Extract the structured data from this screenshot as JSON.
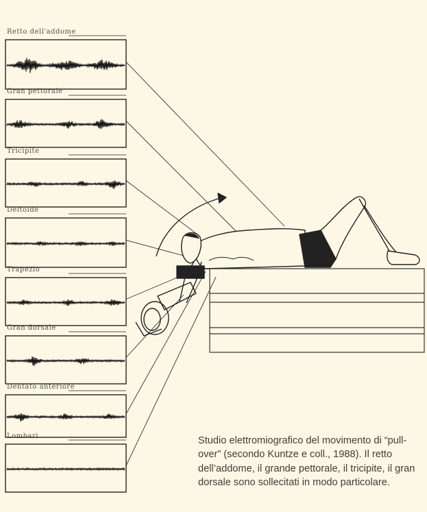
{
  "figure": {
    "panels": [
      {
        "label": "Retto dell'addome"
      },
      {
        "label": "Gran pettorale"
      },
      {
        "label": "Tricipite"
      },
      {
        "label": "Deltoide"
      },
      {
        "label": "Trapezio"
      },
      {
        "label": "Gran dorsale"
      },
      {
        "label": "Dentato anteriore"
      },
      {
        "label": "Lombari"
      }
    ]
  },
  "caption": {
    "text": "Studio elettromiografico del movimento di “pull-over” (secondo Kuntze e coll., 1988). Il retto dell’addome, il grande pettorale, il tricipite, il gran dorsale sono sollecitati in modo particolare."
  },
  "colors": {
    "background": "#fdf8e6",
    "ink": "#1a1a1a",
    "caption": "#3f3c35"
  }
}
